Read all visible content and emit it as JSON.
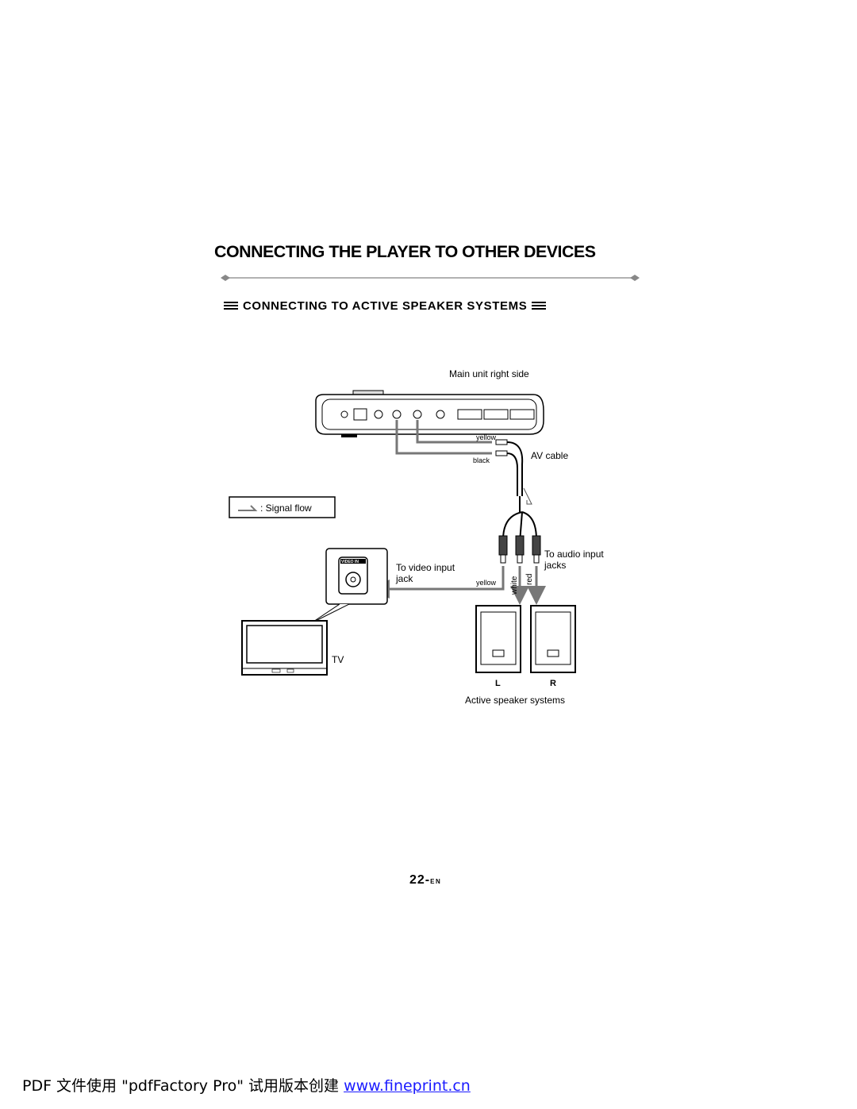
{
  "page": {
    "title": "CONNECTING THE PLAYER TO OTHER DEVICES",
    "subheading": "CONNECTING TO ACTIVE SPEAKER SYSTEMS",
    "page_number": "22-",
    "page_suffix": "EN"
  },
  "diagram": {
    "main_unit_label": "Main unit right side",
    "yellow_top": "yellow",
    "black": "black",
    "av_cable": "AV cable",
    "legend": ": Signal  flow",
    "video_in": "VIDEO IN",
    "to_video_input": "To video input",
    "jack": "jack",
    "yellow_bottom": "yellow",
    "white": "white",
    "red": "red",
    "to_audio_input": "To audio input",
    "jacks": "jacks",
    "tv": "TV",
    "left": "L",
    "right": "R",
    "active_speakers": "Active speaker systems"
  },
  "footer": {
    "text": "PDF 文件使用 \"pdfFactory Pro\" 试用版本创建 ",
    "link": "www.fineprint.cn"
  }
}
